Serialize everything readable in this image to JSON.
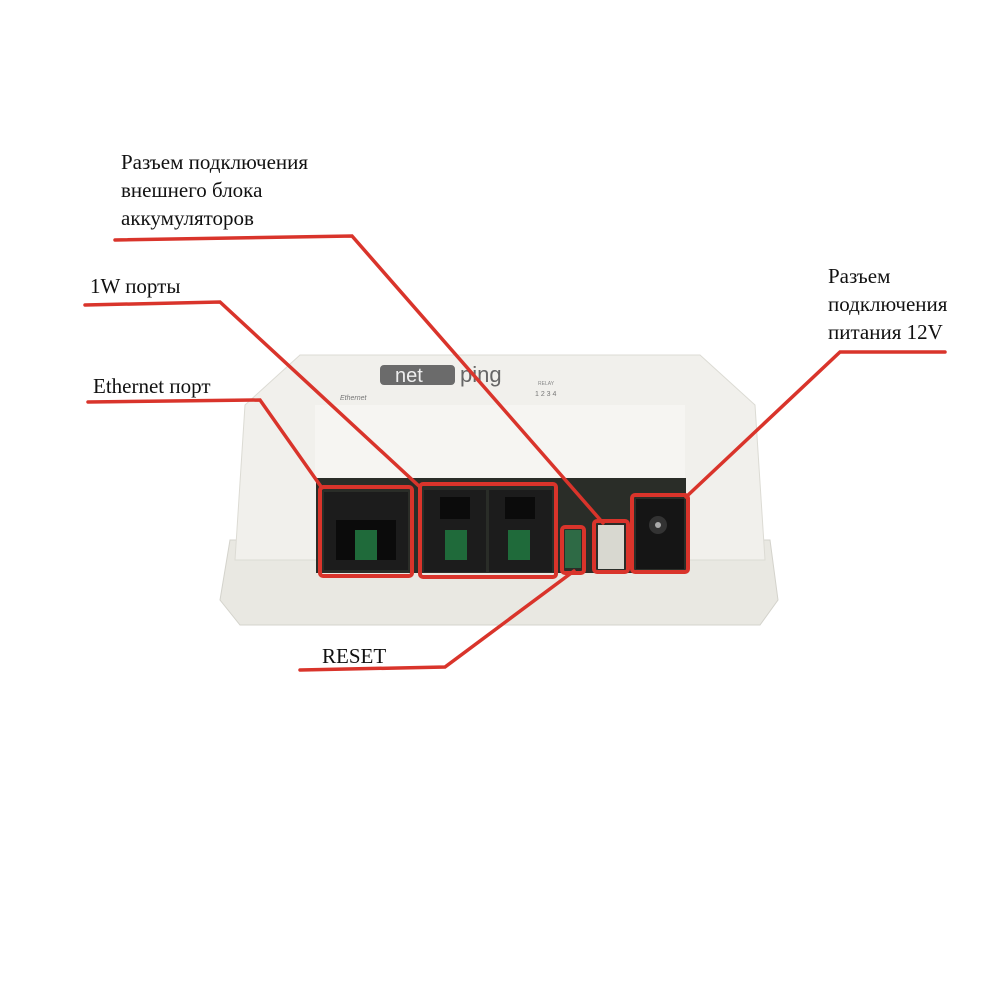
{
  "labels": {
    "battery": [
      "Разъем подключения",
      "внешнего блока",
      "аккумуляторов"
    ],
    "onewire": "1W порты",
    "ethernet": "Ethernet порт",
    "power": [
      "Разъем",
      "подключения",
      "питания 12V"
    ],
    "reset": "RESET"
  },
  "device": {
    "logo_left": "net",
    "logo_right": "ping",
    "panel_text": [
      "Ethernet",
      "RELAY",
      "1 2 3 4"
    ]
  },
  "colors": {
    "annotation": "#d9342b",
    "case": "#ecebe6"
  }
}
